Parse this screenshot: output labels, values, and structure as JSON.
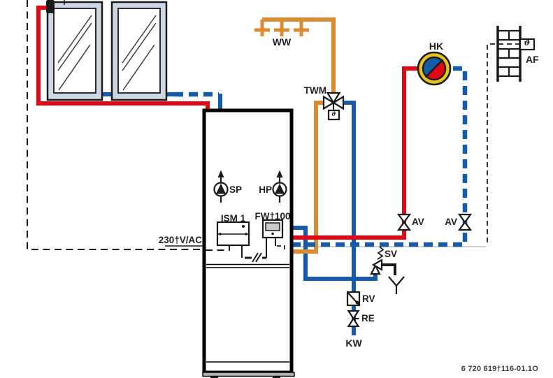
{
  "diagram_type": "solar-thermal-heating-hydraulic-schematic",
  "footer": {
    "document_code": "6 720 619†116-01.1O"
  },
  "labels": {
    "ww": "WW",
    "twm": "TWM",
    "hk": "HK",
    "af": "AF",
    "theta_af": "ϑ",
    "theta_twm": "ϑ",
    "sp": "SP",
    "hp": "HP",
    "ism": "ISM 1",
    "fw": "FW†100",
    "power": "230†V/AC",
    "av1": "AV",
    "av2": "AV",
    "sv": "SV",
    "rv": "RV",
    "re": "RE",
    "kw": "KW"
  },
  "colors": {
    "red": "#e30613",
    "blue": "#165ba8",
    "orange": "#dd8b33",
    "black": "#1a1a1a",
    "collector": "#ccd8e3",
    "pump_yellow": "#e8c41f",
    "grey": "#b2b2b2",
    "text": "#231f20"
  }
}
